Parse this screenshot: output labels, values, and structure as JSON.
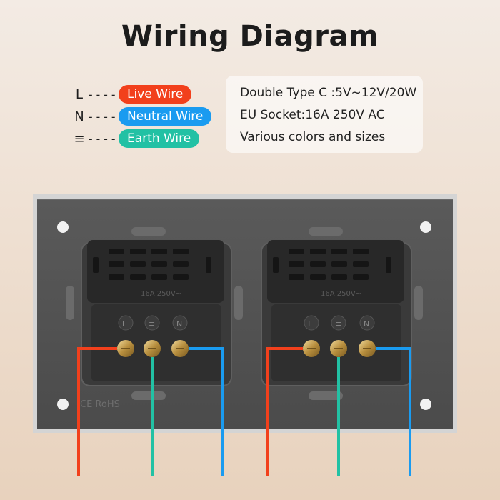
{
  "title": "Wiring Diagram",
  "legend": [
    {
      "symbol": "L",
      "dashes": "----",
      "label": "Live Wire",
      "color": "#f2401c"
    },
    {
      "symbol": "N",
      "dashes": "----",
      "label": "Neutral Wire",
      "color": "#1a9bf0"
    },
    {
      "symbol": "≡",
      "dashes": "----",
      "label": "Earth Wire",
      "color": "#22c1a4"
    }
  ],
  "specs": [
    "Double Type C :5V~12V/20W",
    "EU Socket:16A 250V AC",
    "Various colors and sizes"
  ],
  "module_rating": "16A 250V~",
  "terminal_labels": [
    "L",
    "≡",
    "N"
  ],
  "cert_mark": "CE RoHS",
  "colors": {
    "live": "#f2401c",
    "neutral": "#1a9bf0",
    "earth": "#22c1a4",
    "panel": "#545454",
    "frame": "#cfcfcf"
  }
}
